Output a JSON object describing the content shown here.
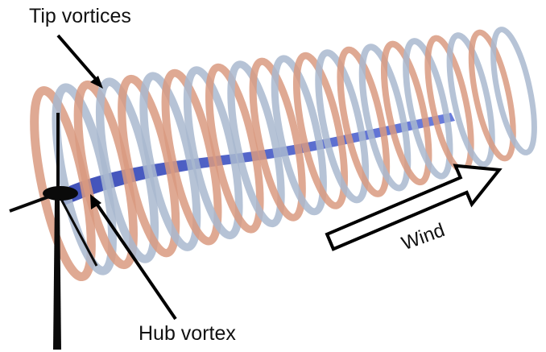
{
  "annotations": {
    "tip_vortices": "Tip vortices",
    "hub_vortex": "Hub vortex",
    "wind": "Wind"
  },
  "colors": {
    "background": "#ffffff",
    "tip_vortex_warm": "#d99a80",
    "tip_vortex_cool": "#a9b8cf",
    "hub_vortex": "#3a4fc2",
    "turbine": "#0a0a0a",
    "arrow_stroke": "#000000"
  },
  "elements": {
    "turbine_icon": "wind-turbine-icon",
    "wind_arrow_icon": "arrow-right-icon"
  }
}
